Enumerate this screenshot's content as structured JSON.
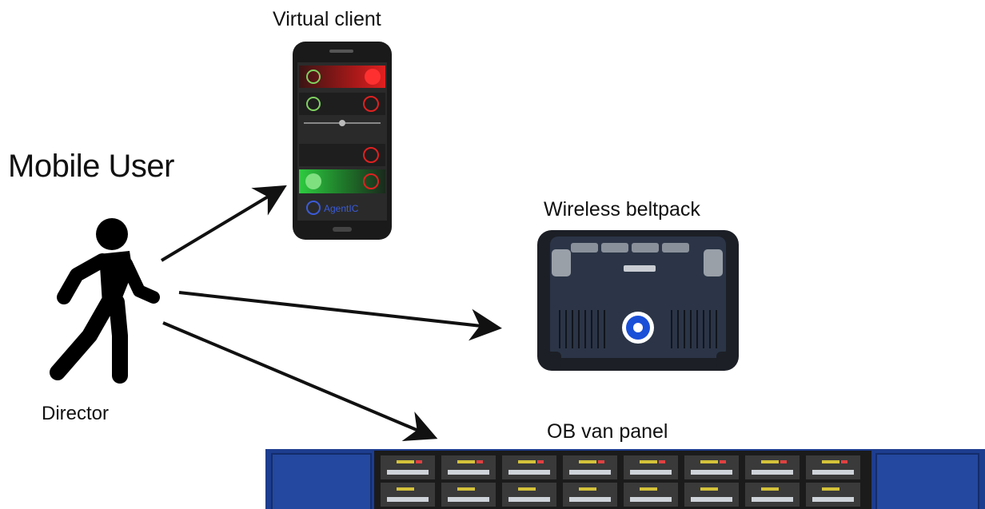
{
  "diagram": {
    "title": "Mobile User",
    "person_label": "Director",
    "devices": [
      {
        "label": "Virtual client"
      },
      {
        "label": "Wireless beltpack"
      },
      {
        "label": "OB van panel"
      }
    ],
    "phone_logo_text": "AgentIC",
    "colors": {
      "arrow": "#111111",
      "phone_body": "#1a1a1a",
      "talk_red": "#e02020",
      "talk_green": "#2ecc40",
      "beltpack_body": "#2b3547",
      "panel_blue": "#1d3d8f"
    }
  }
}
